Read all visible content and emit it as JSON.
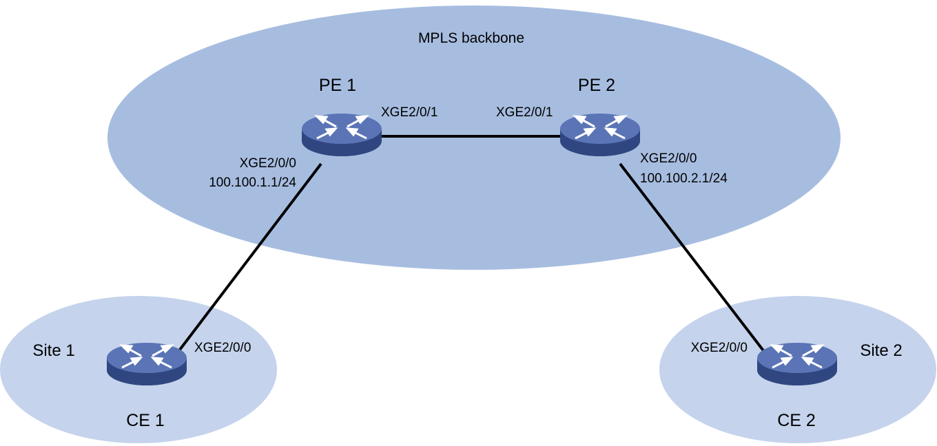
{
  "regions": {
    "backbone": "MPLS backbone",
    "site1": "Site 1",
    "site2": "Site 2"
  },
  "devices": {
    "pe1": "PE 1",
    "pe2": "PE 2",
    "ce1": "CE 1",
    "ce2": "CE 2"
  },
  "interfaces": {
    "pe1_core": "XGE2/0/1",
    "pe2_core": "XGE2/0/1",
    "pe1_access": "XGE2/0/0",
    "pe1_access_ip": "100.100.1.1/24",
    "pe2_access": "XGE2/0/0",
    "pe2_access_ip": "100.100.2.1/24",
    "ce1_if": "XGE2/0/0",
    "ce2_if": "XGE2/0/0"
  },
  "colors": {
    "backbone_fill": "#a7bde0",
    "site_fill": "#c5d3ec",
    "router_top": "#5a74b6",
    "router_side": "#2f4680",
    "link": "#000000"
  },
  "icons": {
    "router": "router-icon"
  }
}
